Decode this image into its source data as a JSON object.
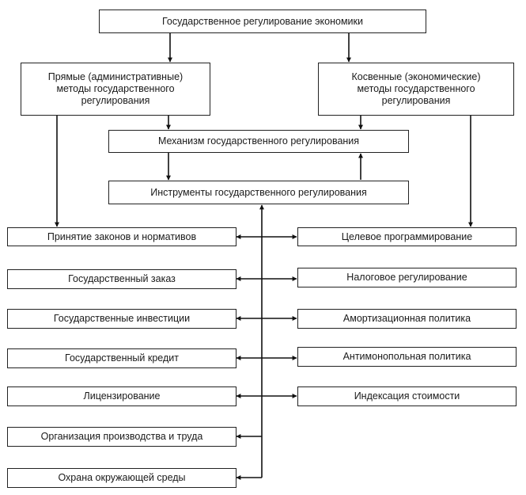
{
  "diagram": {
    "top": "Государственное регулирование экономики",
    "direct_methods": "Прямые (административные)\nметоды государственного\nрегулирования",
    "indirect_methods": "Косвенные (экономические)\nметоды государственного\nрегулирования",
    "mechanism": "Механизм государственного регулирования",
    "instruments": "Инструменты государственного регулирования",
    "left_items": [
      "Принятие законов и нормативов",
      "Государственный заказ",
      "Государственные инвестиции",
      "Государственный кредит",
      "Лицензирование",
      "Организация производства и труда",
      "Охрана окружающей среды"
    ],
    "right_items": [
      "Целевое программирование",
      "Налоговое регулирование",
      "Амортизационная политика",
      "Антимонопольная политика",
      "Индексация стоимости"
    ]
  }
}
